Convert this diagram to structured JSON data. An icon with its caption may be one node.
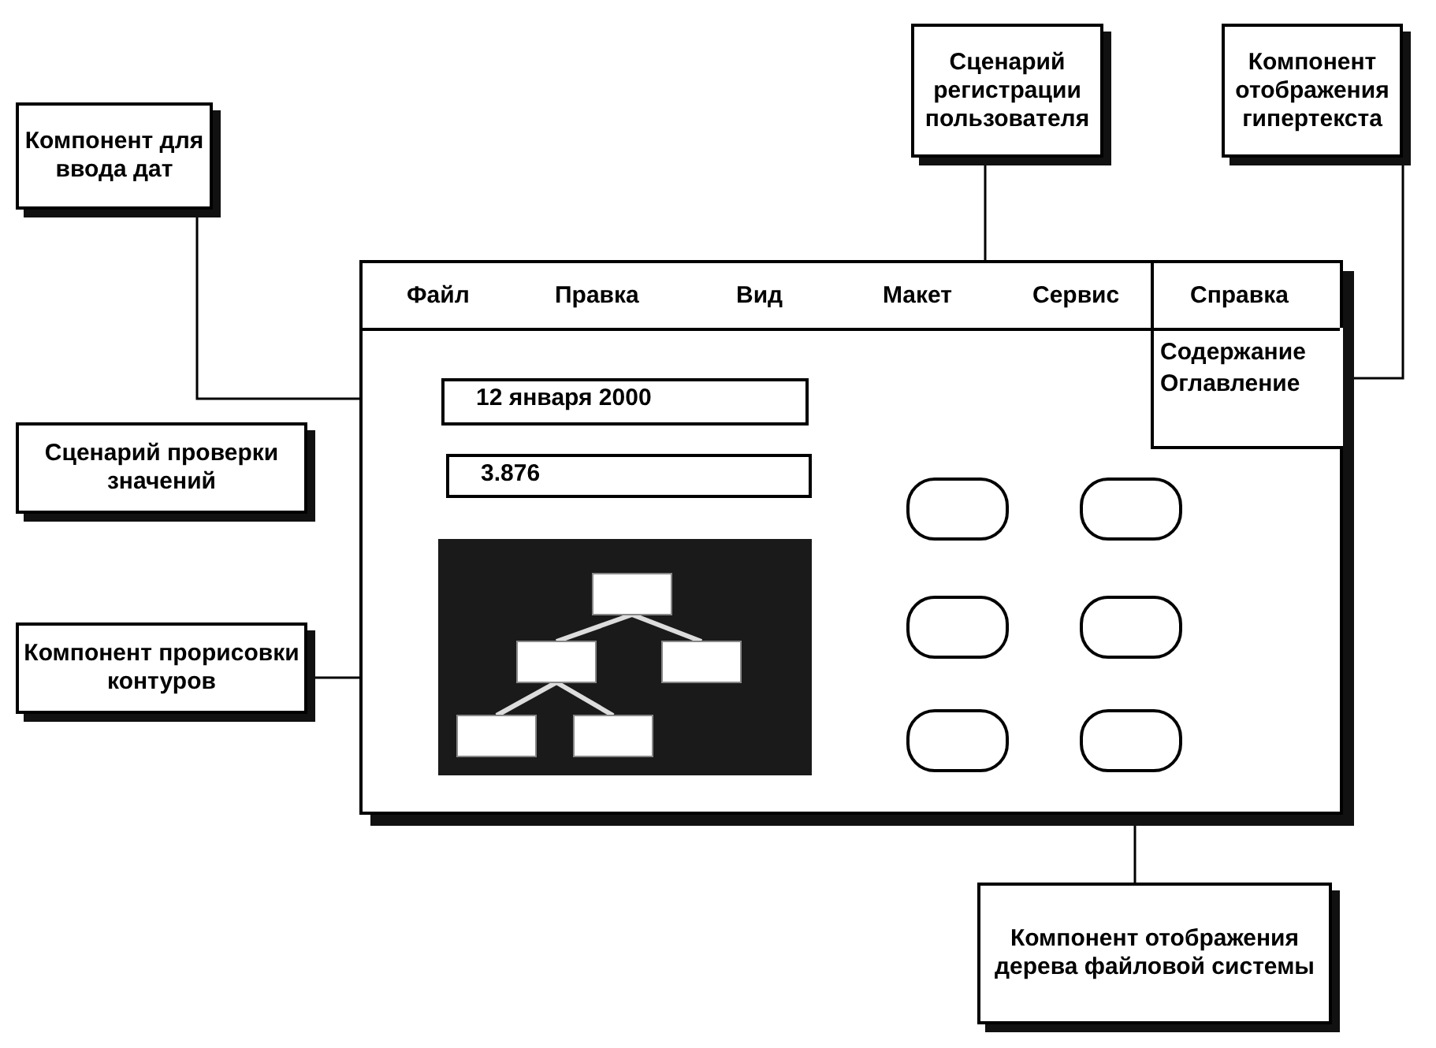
{
  "diagram": {
    "nodes": [
      {
        "text": [
          "Компонент для ввода дат"
        ]
      },
      {
        "text": [
          "Сценарий регистрации пользователя"
        ]
      },
      {
        "text": [
          "Компонент отображения гипертекста"
        ]
      },
      {
        "text": [],
        "shape": "box"
      },
      {
        "text": [
          "Содержание",
          "Оглавление"
        ],
        "in": 3
      },
      {
        "text": [
          "12 января 2000"
        ],
        "in": 3
      },
      {
        "text": [
          "Сценарий проверки значений"
        ]
      },
      {
        "text": [
          "3.876"
        ],
        "in": 3
      },
      {
        "text": [],
        "shape": "picture",
        "in": 3
      },
      {
        "text": [
          "Компонент прорисовки контуров"
        ]
      },
      {
        "text": [],
        "shape": "box",
        "in": 3
      },
      {
        "text": [],
        "shape": "box",
        "in": 3
      },
      {
        "text": [],
        "shape": "box",
        "in": 3
      },
      {
        "text": [],
        "shape": "box",
        "in": 3
      },
      {
        "text": [],
        "shape": "box",
        "in": 3
      },
      {
        "text": [],
        "shape": "box",
        "in": 3
      },
      {
        "text": [
          "Компонент отображения дерева файловой системы"
        ]
      }
    ],
    "edges": [
      {
        "from": 0,
        "to": 5,
        "arrow": "none"
      },
      {
        "from": 1,
        "to": 13,
        "arrow": "none"
      },
      {
        "from": 2,
        "to": 4,
        "arrow": "none"
      },
      {
        "from": 9,
        "to": 8,
        "arrow": "none"
      },
      {
        "from": 16,
        "to": 15,
        "arrow": "none"
      }
    ],
    "labels": [
      "Файл",
      "Правка",
      "Вид",
      "Макет",
      "Сервис",
      "Справка"
    ]
  }
}
